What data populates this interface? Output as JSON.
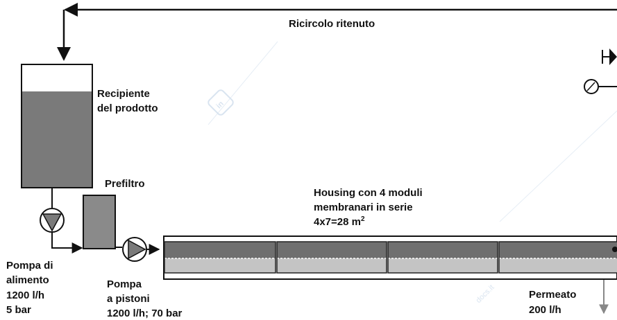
{
  "labels": {
    "recirculation": "Ricircolo ritenuto",
    "tank_line1": "Recipiente",
    "tank_line2": "del prodotto",
    "prefilter": "Prefiltro",
    "housing_line1": "Housing con 4 moduli",
    "housing_line2": "membranari in serie",
    "housing_area": "4x7=28 m",
    "housing_area_exp": "2",
    "feed_pump_line1": "Pompa di",
    "feed_pump_line2": "alimento",
    "feed_pump_line3": "1200 l/h",
    "feed_pump_line4": "5 bar",
    "piston_pump_line1": "Pompa",
    "piston_pump_line2": "a pistoni",
    "piston_pump_line3": "1200 l/h; 70 bar",
    "permeate_line1": "Permeato",
    "permeate_line2": "200 l/h"
  },
  "watermark": "docs.it",
  "membrane_module_count": 4,
  "colors": {
    "line": "#111111",
    "tank_liquid": "#7a7a7a",
    "module_top": "#6f6f6f",
    "module_bottom": "#c4c4c4",
    "pump_triangle": "#7a7a7a",
    "prefilter_fill": "#8a8a8a",
    "watermark": "#c9d9ea"
  }
}
